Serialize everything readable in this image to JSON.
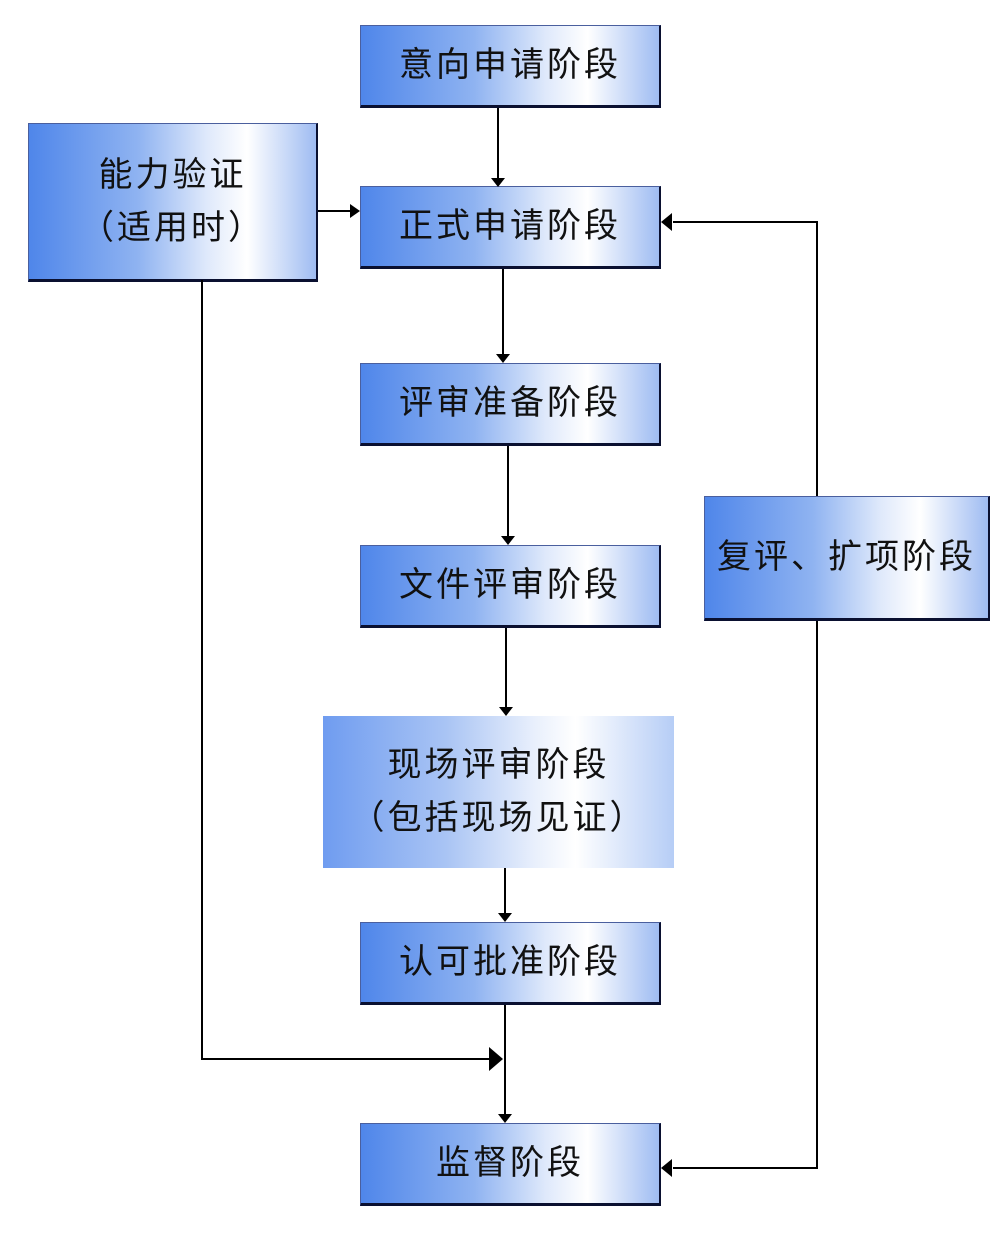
{
  "diagram": {
    "stages": {
      "intent_application": "意向申请阶段",
      "formal_application": "正式申请阶段",
      "review_preparation": "评审准备阶段",
      "document_review": "文件评审阶段",
      "onsite_review_line1": "现场评审阶段",
      "onsite_review_line2": "（包括现场见证）",
      "accreditation_approval": "认可批准阶段",
      "surveillance": "监督阶段"
    },
    "proficiency_testing": {
      "line1": "能力验证",
      "line2": "（适用时）"
    },
    "reassessment_extension": "复评、扩项阶段"
  },
  "colors": {
    "box_blue": "#4f86ea",
    "box_light": "#dfe9fb",
    "line": "#000000"
  }
}
